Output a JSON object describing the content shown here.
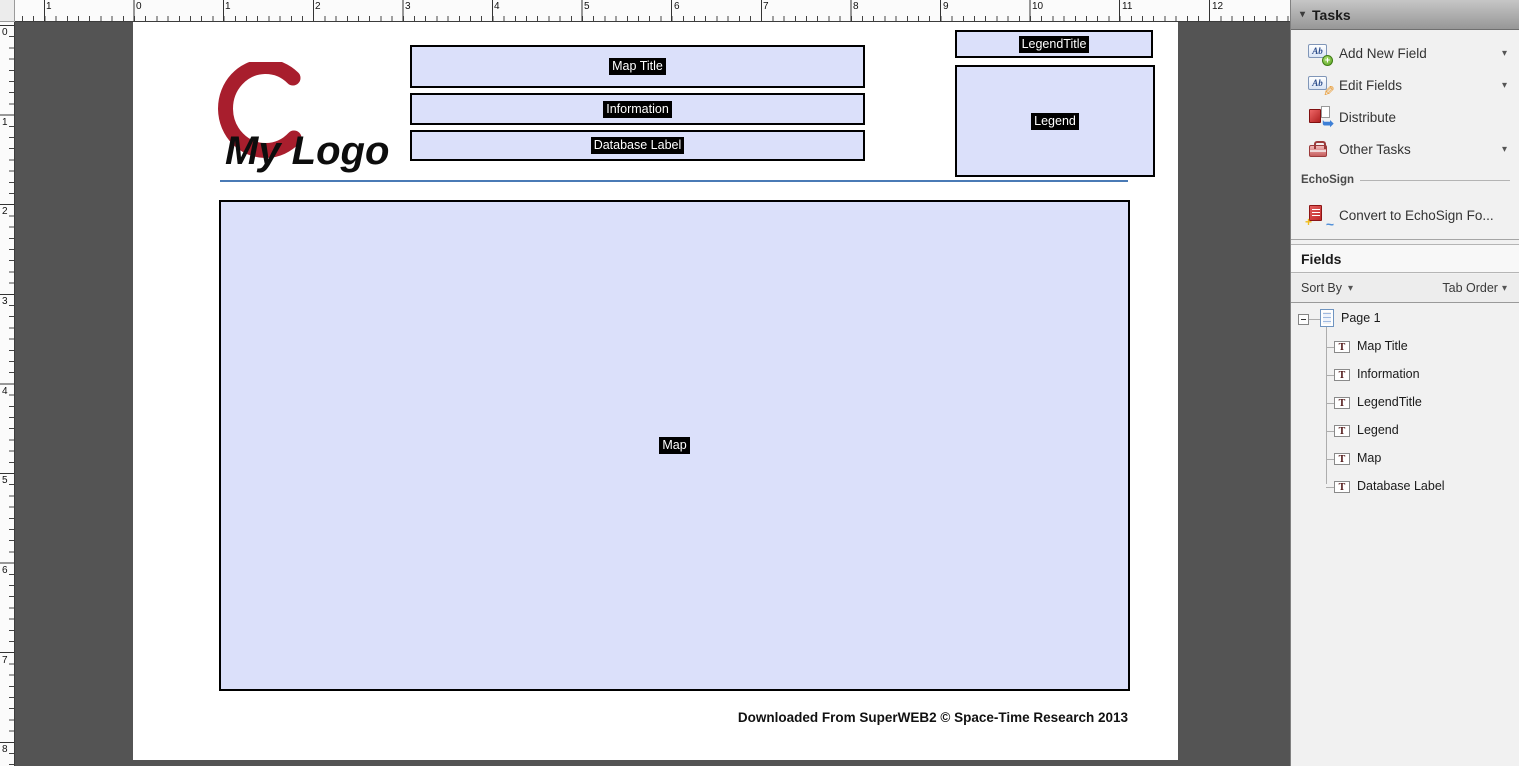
{
  "rulers": {
    "h": [
      "1",
      "0",
      "1",
      "2",
      "3",
      "4",
      "5",
      "6",
      "7",
      "8",
      "9",
      "10",
      "11",
      "12"
    ],
    "v": [
      "0",
      "1",
      "2",
      "3",
      "4",
      "5",
      "6",
      "7",
      "8"
    ]
  },
  "page": {
    "logo_text": "My Logo",
    "fields": {
      "map_title": "Map Title",
      "information": "Information",
      "database_label": "Database Label",
      "legend_title": "LegendTitle",
      "legend": "Legend",
      "map": "Map"
    },
    "footer": "Downloaded From SuperWEB2 © Space-Time Research 2013"
  },
  "panel": {
    "tasks": {
      "title": "Tasks",
      "items": [
        {
          "label": "Add New Field"
        },
        {
          "label": "Edit Fields"
        },
        {
          "label": "Distribute"
        },
        {
          "label": "Other Tasks"
        }
      ],
      "echosign_label": "EchoSign",
      "echosign_item": "Convert to EchoSign Fo..."
    },
    "fields_panel": {
      "title": "Fields",
      "sort_by": "Sort By",
      "tab_order": "Tab Order",
      "tree_root": "Page 1",
      "tree_items": [
        "Map Title",
        "Information",
        "LegendTitle",
        "Legend",
        "Map",
        "Database Label"
      ]
    }
  },
  "colors": {
    "field_fill": "#dbe0fa",
    "field_border": "#000000",
    "canvas": "#545454",
    "accent_rule": "#4a7ab5",
    "logo_red": "#a81e2d",
    "panel_bg": "#f1f1f1"
  },
  "icons": {
    "tasks_caret": "▾",
    "plus": "+",
    "pencil": "✎",
    "arrow": "➥",
    "swoosh": "~",
    "minus": "−"
  }
}
